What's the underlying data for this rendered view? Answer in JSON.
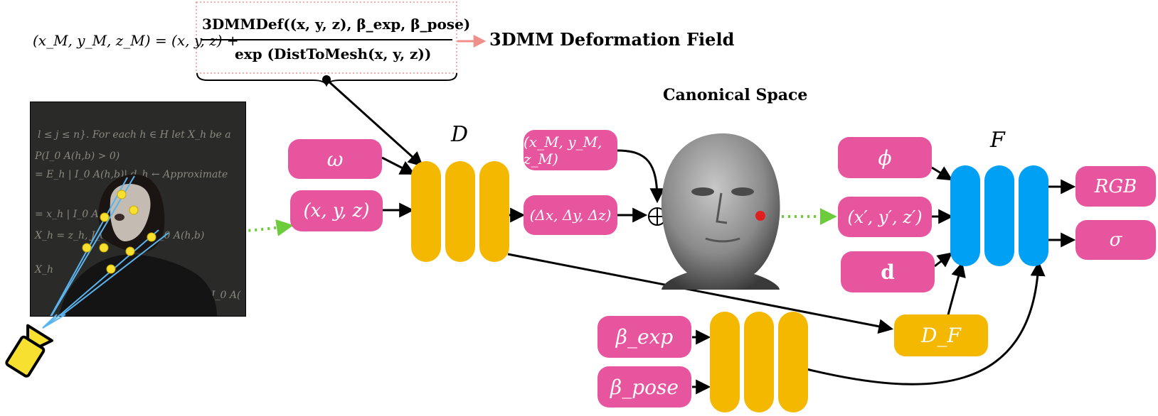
{
  "equation": {
    "lhs": "(x_M, y_M, z_M) = (x, y, z) +",
    "numerator": "3DMMDef((x, y, z), β_exp, β_pose)",
    "denominator": "exp (DistToMesh(x, y, z))",
    "target_label": "3DMM Deformation Field"
  },
  "canonical_space_label": "Canonical Space",
  "network_labels": {
    "d": "D",
    "f": "F"
  },
  "inputs": {
    "omega": "ω",
    "xyz": "(x, y, z)",
    "xm": "(x_M, y_M, z_M)",
    "delta": "(Δx, Δy, Δz)",
    "phi": "ϕ",
    "xprime": "(x′, y′, z′)",
    "dvec": "d",
    "beta_exp": "β_exp",
    "beta_pose": "β_pose"
  },
  "outputs": {
    "rgb": "RGB",
    "sigma": "σ"
  },
  "df_label": "D_F",
  "photo_board_text": [
    "l ≤ j ≤ n}. For each h ∈ H let X_h be a",
    "P(I_0 A(h,b) > 0)",
    "= E_h | I_0 A(h,b)| d_h    ← Approximate",
    "= x_h | I_0 A(h,b)",
    "X_h = z_h, J_0 A(h,b) = I_0 A(h,b)",
    "X_h",
    "I_0 A("
  ],
  "colors": {
    "pink": "#e8559f",
    "gold": "#f5b800",
    "blue": "#00a0f5",
    "green_dashed": "#6ccc3c",
    "salmon_arrow": "#f0908c",
    "ray": "#5ab4ee",
    "point": "#f8e030",
    "camera": "#f8e030"
  }
}
